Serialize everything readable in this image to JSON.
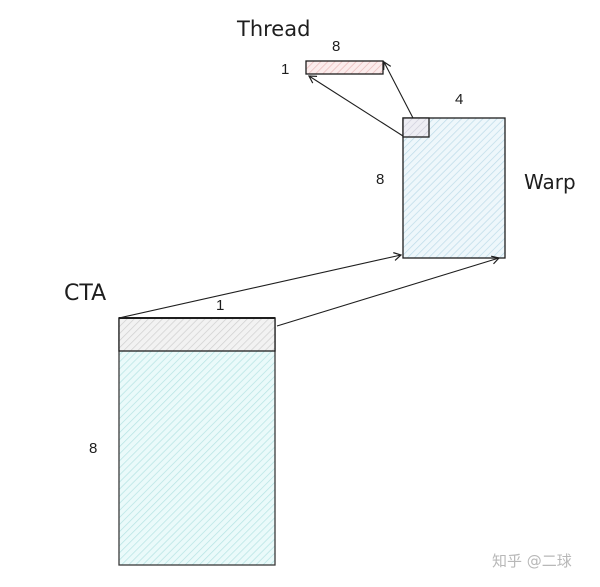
{
  "diagram": {
    "labels": {
      "thread": "Thread",
      "warp": "Warp",
      "cta": "CTA"
    },
    "thread_block": {
      "width_label": "8",
      "height_label": "1",
      "fill": "#f7dede"
    },
    "warp_block": {
      "width_label": "4",
      "height_label": "8",
      "fill": "#dcedf5",
      "highlight_fill": "#e4e4ec"
    },
    "cta_block": {
      "row_label": "1",
      "height_label": "8",
      "fill": "#d6f1f1",
      "row_fill": "#e8e8e8"
    },
    "stroke_color": "#1e1e1e"
  },
  "watermark": {
    "text": "知乎 @二球"
  }
}
